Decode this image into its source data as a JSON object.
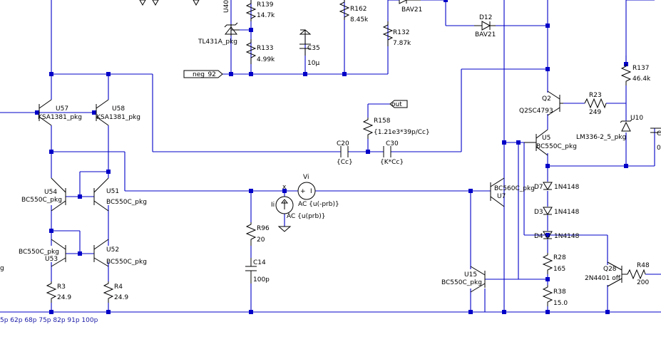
{
  "labels": {
    "q_u40": "U40",
    "q_tl431": "TL431A_pkg",
    "r139": "R139",
    "r139v": "14.7k",
    "r133": "R133",
    "r133v": "4.99k",
    "r162": "R162",
    "r162v": "8.45k",
    "r132": "R132",
    "r132v": "7.87k",
    "c35": "C35",
    "c35v": "10µ",
    "bav21a": "BAV21",
    "d12": "D12",
    "bav21b": "BAV21",
    "neg92": "neg_92",
    "r137": "R137",
    "r137v": "46.4k",
    "q2": "Q2",
    "q2m": "Q2SC4793",
    "r23": "R23",
    "r23v": "249",
    "u10": "U10",
    "lm336": "LM336-2_5_pkg",
    "u5": "U5",
    "u5m": "BC550C_pkg",
    "u57": "U57",
    "u57m": "KSA1381_pkg",
    "u58": "U58",
    "u58m": "KSA1381_pkg",
    "out": "out",
    "r158": "R158",
    "r158v": "{1.21e3*39p/Cc}",
    "c20": "C20",
    "c20v": "{Cc}",
    "c30": "C30",
    "c30v": "{K*Cc}",
    "vi": "Vi",
    "acn": "AC {u(-prb)}",
    "ii": "Ii",
    "acp": "AC {u(prb)}",
    "xmark": "x",
    "u54": "U54",
    "u54m": "BC550C_pkg",
    "u51": "U51",
    "u51m": "BC550C_pkg",
    "u53": "U53",
    "u53m": "BC550C_pkg",
    "u52": "U52",
    "u52m": "BC550C_pkg",
    "r96": "R96",
    "r96v": "20",
    "c14": "C14",
    "c14v": "100p",
    "r3": "R3",
    "r3v": "24.9",
    "r4": "R4",
    "r4v": "24.9",
    "u7m": "BC560C_pkg",
    "u7": "U7",
    "d7": "D7",
    "d7m": "1N4148",
    "d3": "D3",
    "d3m": "1N4148",
    "d4": "D4",
    "d4m": "1N4148",
    "r28": "R28",
    "r28v": "165",
    "r38": "R38",
    "r38v": "15.0",
    "u15": "U15",
    "u15m": "BC550C_pkg",
    "q28": "Q28",
    "q28m": "2N4401 off",
    "r48": "R48",
    "r48v": "200",
    "g": "g",
    "c_edge": "C",
    "zero_edge": "0",
    "step_list": "5p 62p 68p 75p 82p 91p 100p",
    "plus": "+",
    "minus": "I"
  }
}
